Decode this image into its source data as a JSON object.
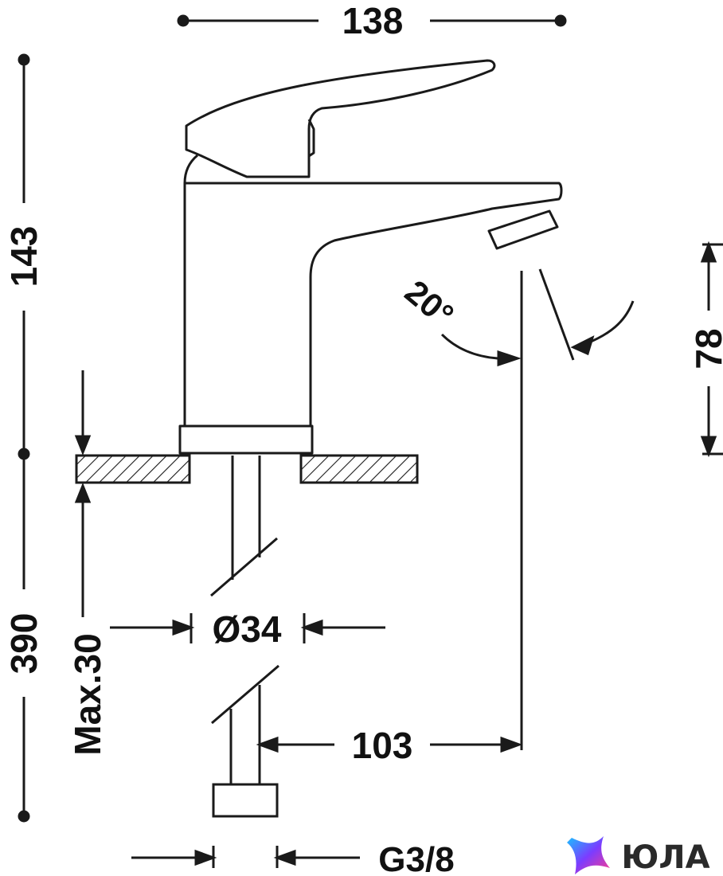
{
  "drawing": {
    "line_color": "#1a1a1a",
    "background": "#ffffff"
  },
  "dimensions": {
    "width_total": "138",
    "height_body": "143",
    "height_total": "390",
    "spout_clearance": "78",
    "swivel_angle": "20°",
    "max_thickness": "Max.30",
    "hole_diameter": "Ø34",
    "spout_reach": "103",
    "connection_thread": "G3/8"
  },
  "logo": {
    "text": "ЮЛА",
    "colors": [
      "#ff3d8b",
      "#7b3cff",
      "#19c3ff"
    ]
  }
}
